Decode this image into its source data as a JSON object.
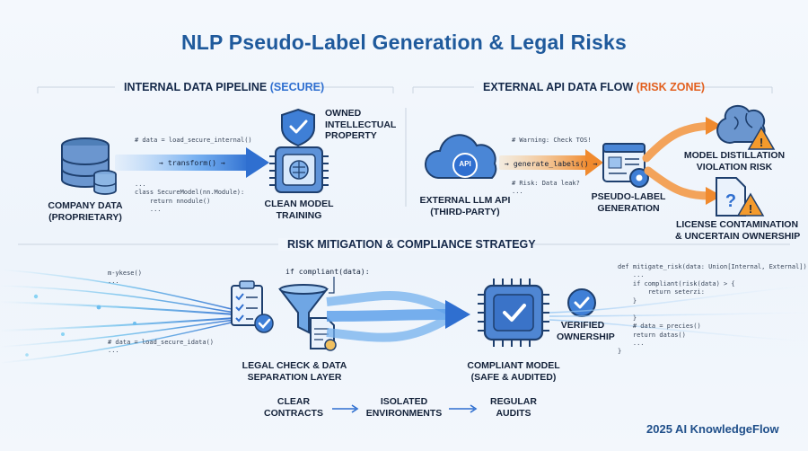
{
  "title": "NLP Pseudo-Label Generation & Legal Risks",
  "internal": {
    "heading_main": "INTERNAL DATA PIPELINE ",
    "heading_accent": "(SECURE)",
    "company_data": "COMPANY DATA\n(PROPRIETARY)",
    "code_top": "# data = load_secure_internal()",
    "transform": "→ transform() →",
    "code_bottom": "...\nclass SecureModel(nn.Module):\n    return nnodule()\n    ...",
    "owned_ip": "OWNED\nINTELLECTUAL\nPROPERTY",
    "clean_model": "CLEAN MODEL\nTRAINING"
  },
  "external": {
    "heading_main": "EXTERNAL API DATA FLOW ",
    "heading_accent": "(RISK ZONE)",
    "api_badge": "API",
    "llm_api": "EXTERNAL LLM API\n(THIRD-PARTY)",
    "code_top": "# Warning: Check TOS!",
    "generate": "→ generate_labels() →",
    "code_bottom": "# Risk: Data leak?\n...",
    "pseudo_label": "PSEUDO-LABEL\nGENERATION",
    "distillation": "MODEL DISTILLATION\nVIOLATION RISK",
    "license": "LICENSE CONTAMINATION\n& UNCERTAIN OWNERSHIP"
  },
  "mitigation": {
    "heading": "RISK MITIGATION & COMPLIANCE STRATEGY",
    "code_left_top": "m-ykese()\n...",
    "code_left_bottom": "# data = load_secure_idata()\n...",
    "if_compliant": "if compliant(data):",
    "legal_check": "LEGAL CHECK & DATA\nSEPARATION LAYER",
    "compliant_model": "COMPLIANT MODEL\n(SAFE & AUDITED)",
    "verified": "VERIFIED\nOWNERSHIP",
    "code_right": "def mitigate_risk(data: Union[Internal, External]):\n    ...\n    if compliant(risk(data) > {\n        return seterzi:\n    }\n\n    }\n    # data = precies()\n    return datas()\n    ...\n}"
  },
  "footer": {
    "items": [
      "CLEAR\nCONTRACTS",
      "ISOLATED\nENVIRONMENTS",
      "REGULAR\nAUDITS"
    ],
    "brand": "2025 AI KnowledgeFlow"
  },
  "colors": {
    "blue": "#2f6fd0",
    "dark_blue": "#1f5a9c",
    "orange": "#f08a2e",
    "risk_red": "#e2601f"
  }
}
